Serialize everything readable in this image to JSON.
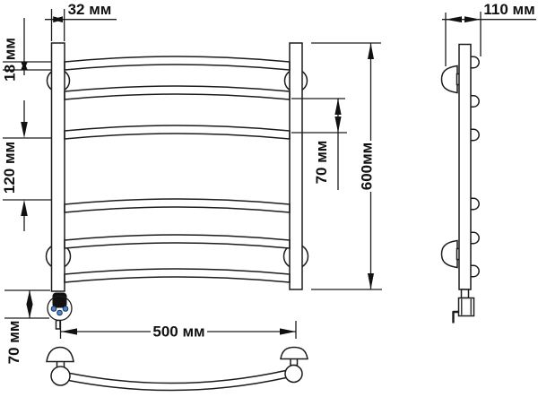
{
  "drawing": {
    "title": "Heated towel rail dimensional drawing",
    "views": {
      "front": "front view",
      "side": "side view",
      "bottom": "bottom view"
    },
    "labels": {
      "post_width": "32 мм",
      "tube_diameter": "18 мм",
      "center_gap": "120 мм",
      "rail_gap": "70 мм",
      "overall_height": "600мм",
      "overall_width": "500 мм",
      "heater_length": "70 мм",
      "depth": "110 мм"
    },
    "colors": {
      "line": "#1c1c1c",
      "background": "#ffffff",
      "connector_pins": "#4f86c9"
    }
  }
}
